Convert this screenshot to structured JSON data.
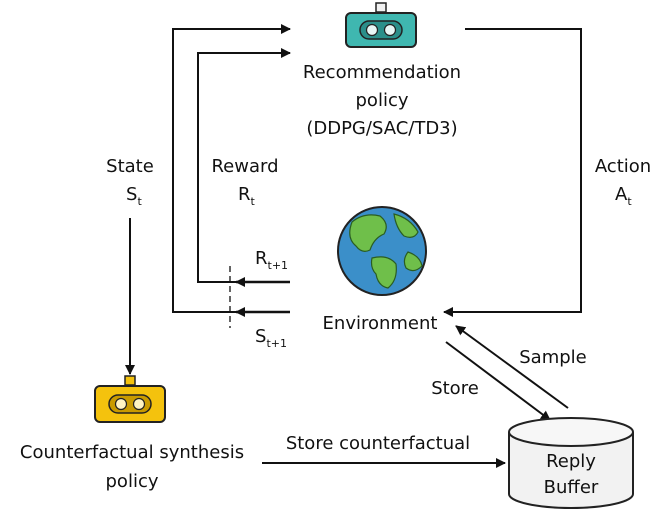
{
  "nodes": {
    "recommendation_policy": {
      "line1": "Recommendation",
      "line2": "policy",
      "line3": "(DDPG/SAC/TD3)",
      "icon": "robot-icon",
      "color": "#3fb7b0"
    },
    "environment": {
      "label": "Environment",
      "icon": "globe-icon",
      "color": "#3b8fc9"
    },
    "counterfactual_policy": {
      "line1": "Counterfactual synthesis",
      "line2": "policy",
      "icon": "robot-icon",
      "color": "#f4c20d"
    },
    "reply_buffer": {
      "line1": "Reply",
      "line2": "Buffer",
      "icon": "database-icon"
    }
  },
  "edges": {
    "state": {
      "label": "State",
      "sym": "S",
      "sub": "t"
    },
    "reward": {
      "label": "Reward",
      "sym": "R",
      "sub": "t"
    },
    "action": {
      "label": "Action",
      "sym": "A",
      "sub": "t"
    },
    "reward_next": {
      "sym": "R",
      "sub": "t+1"
    },
    "state_next": {
      "sym": "S",
      "sub": "t+1"
    },
    "store": {
      "label": "Store"
    },
    "sample": {
      "label": "Sample"
    },
    "store_counterfactual": {
      "label": "Store counterfactual"
    }
  }
}
